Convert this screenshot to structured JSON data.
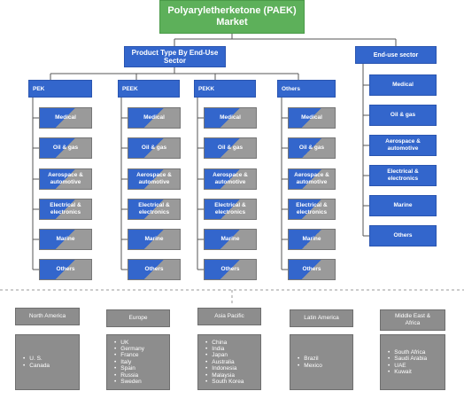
{
  "title": "Polyaryletherketone (PAEK)\nMarket",
  "product_type_sector": "Product Type By End-Use\nSector",
  "end_use_sector": "End-use sector",
  "product_types": [
    {
      "label": "PEK",
      "items": [
        "Medical",
        "Oil & gas",
        "Aerospace &\nautomotive",
        "Electrical &\nelectronics",
        "Marine",
        "Others"
      ]
    },
    {
      "label": "PEEK",
      "items": [
        "Medical",
        "Oil & gas",
        "Aerospace &\nautomotive",
        "Electrical &\nelectronics",
        "Marine",
        "Others"
      ]
    },
    {
      "label": "PEKK",
      "items": [
        "Medical",
        "Oil & gas",
        "Aerospace &\nautomotive",
        "Electrical &\nelectronics",
        "Marine",
        "Others"
      ]
    },
    {
      "label": "Others",
      "items": [
        "Medical",
        "Oil & gas",
        "Aerospace &\nautomotive",
        "Electrical &\nelectronics",
        "Marine",
        "Others"
      ]
    }
  ],
  "end_use_items": [
    "Medical",
    "Oil & gas",
    "Aerospace &\nautomotive",
    "Electrical &\nelectronics",
    "Marine",
    "Others"
  ],
  "regions": [
    {
      "name": "North America",
      "countries": [
        "U. S.",
        "Canada"
      ]
    },
    {
      "name": "Europe",
      "countries": [
        "UK",
        "Germany",
        "France",
        "Italy",
        "Spain",
        "Russia",
        "Sweden"
      ]
    },
    {
      "name": "Asia Pacific",
      "countries": [
        "China",
        "India",
        "Japan",
        "Australia",
        "Indonesia",
        "Malaysia",
        "South Korea"
      ]
    },
    {
      "name": "Latin America",
      "countries": [
        "Brazil",
        "Mexico"
      ]
    },
    {
      "name": "Middle East &\nAfrica",
      "countries": [
        "South Africa",
        "Saudi Arabia",
        "UAE",
        "Kuwait"
      ]
    }
  ],
  "colors": {
    "title": "#5db05a",
    "node": "#3366cc",
    "leaf_gray": "#9a9a9a",
    "region": "#8d8d8d"
  }
}
